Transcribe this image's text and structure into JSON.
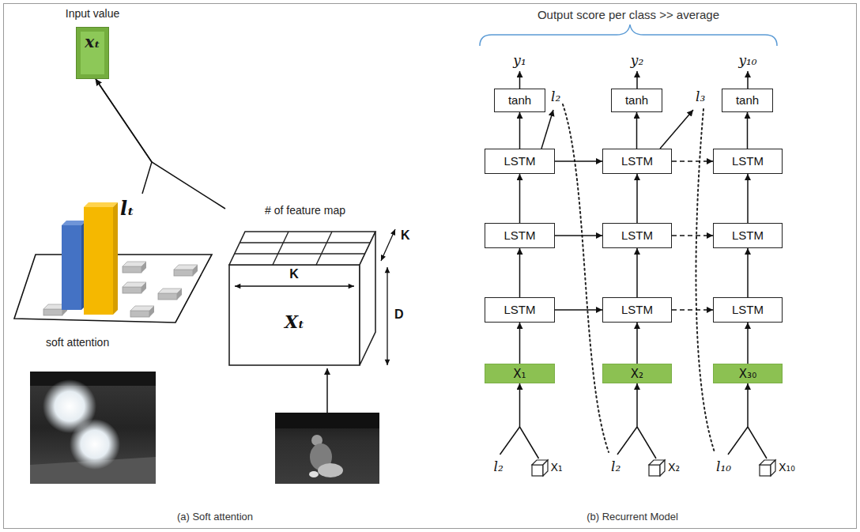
{
  "diagram": {
    "nodes": [
      {
        "text": [
          "Input value",
          "xₜ"
        ]
      },
      {
        "text": [
          "soft attention"
        ]
      },
      {
        "text": [
          "# of feature map",
          "Xₜ"
        ]
      },
      {
        "text": [
          "tanh"
        ]
      },
      {
        "text": [
          "tanh"
        ]
      },
      {
        "text": [
          "tanh"
        ]
      },
      {
        "text": [
          "LSTM"
        ]
      },
      {
        "text": [
          "LSTM"
        ]
      },
      {
        "text": [
          "LSTM"
        ]
      },
      {
        "text": [
          "LSTM"
        ]
      },
      {
        "text": [
          "LSTM"
        ]
      },
      {
        "text": [
          "LSTM"
        ]
      },
      {
        "text": [
          "LSTM"
        ]
      },
      {
        "text": [
          "LSTM"
        ]
      },
      {
        "text": [
          "LSTM"
        ]
      },
      {
        "text": [
          "X₁"
        ]
      },
      {
        "text": [
          "X₂"
        ]
      },
      {
        "text": [
          "X₃₀"
        ]
      },
      {
        "text": [
          "X₁"
        ]
      },
      {
        "text": [
          "X₂"
        ]
      },
      {
        "text": [
          "X₁₀"
        ]
      }
    ],
    "edges": [
      {
        "from": 1,
        "to": 0,
        "arrow": "to"
      },
      {
        "from": 2,
        "to": 0,
        "arrow": "to"
      },
      {
        "from": 15,
        "to": 12,
        "arrow": "to"
      },
      {
        "from": 16,
        "to": 13,
        "arrow": "to"
      },
      {
        "from": 17,
        "to": 14,
        "arrow": "to"
      },
      {
        "from": 12,
        "to": 9,
        "arrow": "to"
      },
      {
        "from": 13,
        "to": 10,
        "arrow": "to"
      },
      {
        "from": 14,
        "to": 11,
        "arrow": "to"
      },
      {
        "from": 9,
        "to": 6,
        "arrow": "to"
      },
      {
        "from": 10,
        "to": 7,
        "arrow": "to"
      },
      {
        "from": 11,
        "to": 8,
        "arrow": "to"
      },
      {
        "from": 6,
        "to": 3,
        "arrow": "to"
      },
      {
        "from": 7,
        "to": 4,
        "arrow": "to"
      },
      {
        "from": 8,
        "to": 5,
        "arrow": "to"
      },
      {
        "from": 12,
        "to": 13,
        "arrow": "to"
      },
      {
        "from": 13,
        "to": 14,
        "arrow": "to"
      },
      {
        "from": 9,
        "to": 10,
        "arrow": "to"
      },
      {
        "from": 10,
        "to": 11,
        "arrow": "to"
      },
      {
        "from": 6,
        "to": 7,
        "arrow": "to"
      },
      {
        "from": 7,
        "to": 8,
        "arrow": "to"
      },
      {
        "from": 18,
        "to": 15,
        "arrow": "to"
      },
      {
        "from": 19,
        "to": 16,
        "arrow": "to"
      },
      {
        "from": 20,
        "to": 17,
        "arrow": "to"
      }
    ],
    "labels": [
      "lₜ",
      "K",
      "K",
      "D",
      "(a) Soft attention",
      "Output score per class >> average",
      "y₁",
      "y₂",
      "y₁₀",
      "l₂",
      "l₃",
      "l₂",
      "l₂",
      "l₁₀",
      "(b) Recurrent Model"
    ]
  }
}
